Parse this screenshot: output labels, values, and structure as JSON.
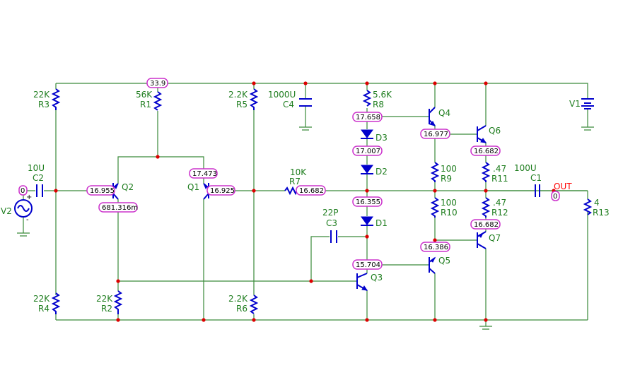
{
  "components": {
    "R1": {
      "ref": "R1",
      "value": "56K"
    },
    "R2": {
      "ref": "R2",
      "value": "22K"
    },
    "R3": {
      "ref": "R3",
      "value": "22K"
    },
    "R4": {
      "ref": "R4",
      "value": "22K"
    },
    "R5": {
      "ref": "R5",
      "value": "2.2K"
    },
    "R6": {
      "ref": "R6",
      "value": "2.2K"
    },
    "R7": {
      "ref": "R7",
      "value": "10K"
    },
    "R8": {
      "ref": "R8",
      "value": "5.6K"
    },
    "R9": {
      "ref": "R9",
      "value": "100"
    },
    "R10": {
      "ref": "R10",
      "value": "100"
    },
    "R11": {
      "ref": "R11",
      "value": ".47"
    },
    "R12": {
      "ref": "R12",
      "value": ".47"
    },
    "R13": {
      "ref": "R13",
      "value": "4"
    },
    "C1": {
      "ref": "C1",
      "value": "100U"
    },
    "C2": {
      "ref": "C2",
      "value": "10U"
    },
    "C3": {
      "ref": "C3",
      "value": "22P"
    },
    "C4": {
      "ref": "C4",
      "value": "1000U"
    },
    "D1": {
      "ref": "D1"
    },
    "D2": {
      "ref": "D2"
    },
    "D3": {
      "ref": "D3"
    },
    "Q1": {
      "ref": "Q1"
    },
    "Q2": {
      "ref": "Q2"
    },
    "Q3": {
      "ref": "Q3"
    },
    "Q4": {
      "ref": "Q4"
    },
    "Q5": {
      "ref": "Q5"
    },
    "Q6": {
      "ref": "Q6"
    },
    "Q7": {
      "ref": "Q7"
    },
    "V1": {
      "ref": "V1"
    },
    "V2": {
      "ref": "V2"
    }
  },
  "voltages": {
    "supply": "33.9",
    "q2_base": "16.955",
    "q2_emitter": "681.316m",
    "q1_collector": "17.473",
    "q1_base": "16.925",
    "r7_node": "16.682",
    "r8_node": "17.658",
    "d3_d2_node": "17.007",
    "d2_d1_node": "16.355",
    "q3_collector": "15.704",
    "q4_emitter": "16.977",
    "q6_emitter": "16.682",
    "q5_emitter": "16.386",
    "q7_emitter": "16.682",
    "input": "0",
    "output": "0"
  },
  "output_label": "OUT",
  "source_signs": {
    "plus": "+",
    "minus": "-"
  },
  "colors": {
    "wire": "#3a8a3a",
    "component": "#0000cc",
    "label": "#1e7d1e",
    "node": "#dd0000",
    "voltage_border": "#cc33cc",
    "output": "#ff0000"
  }
}
